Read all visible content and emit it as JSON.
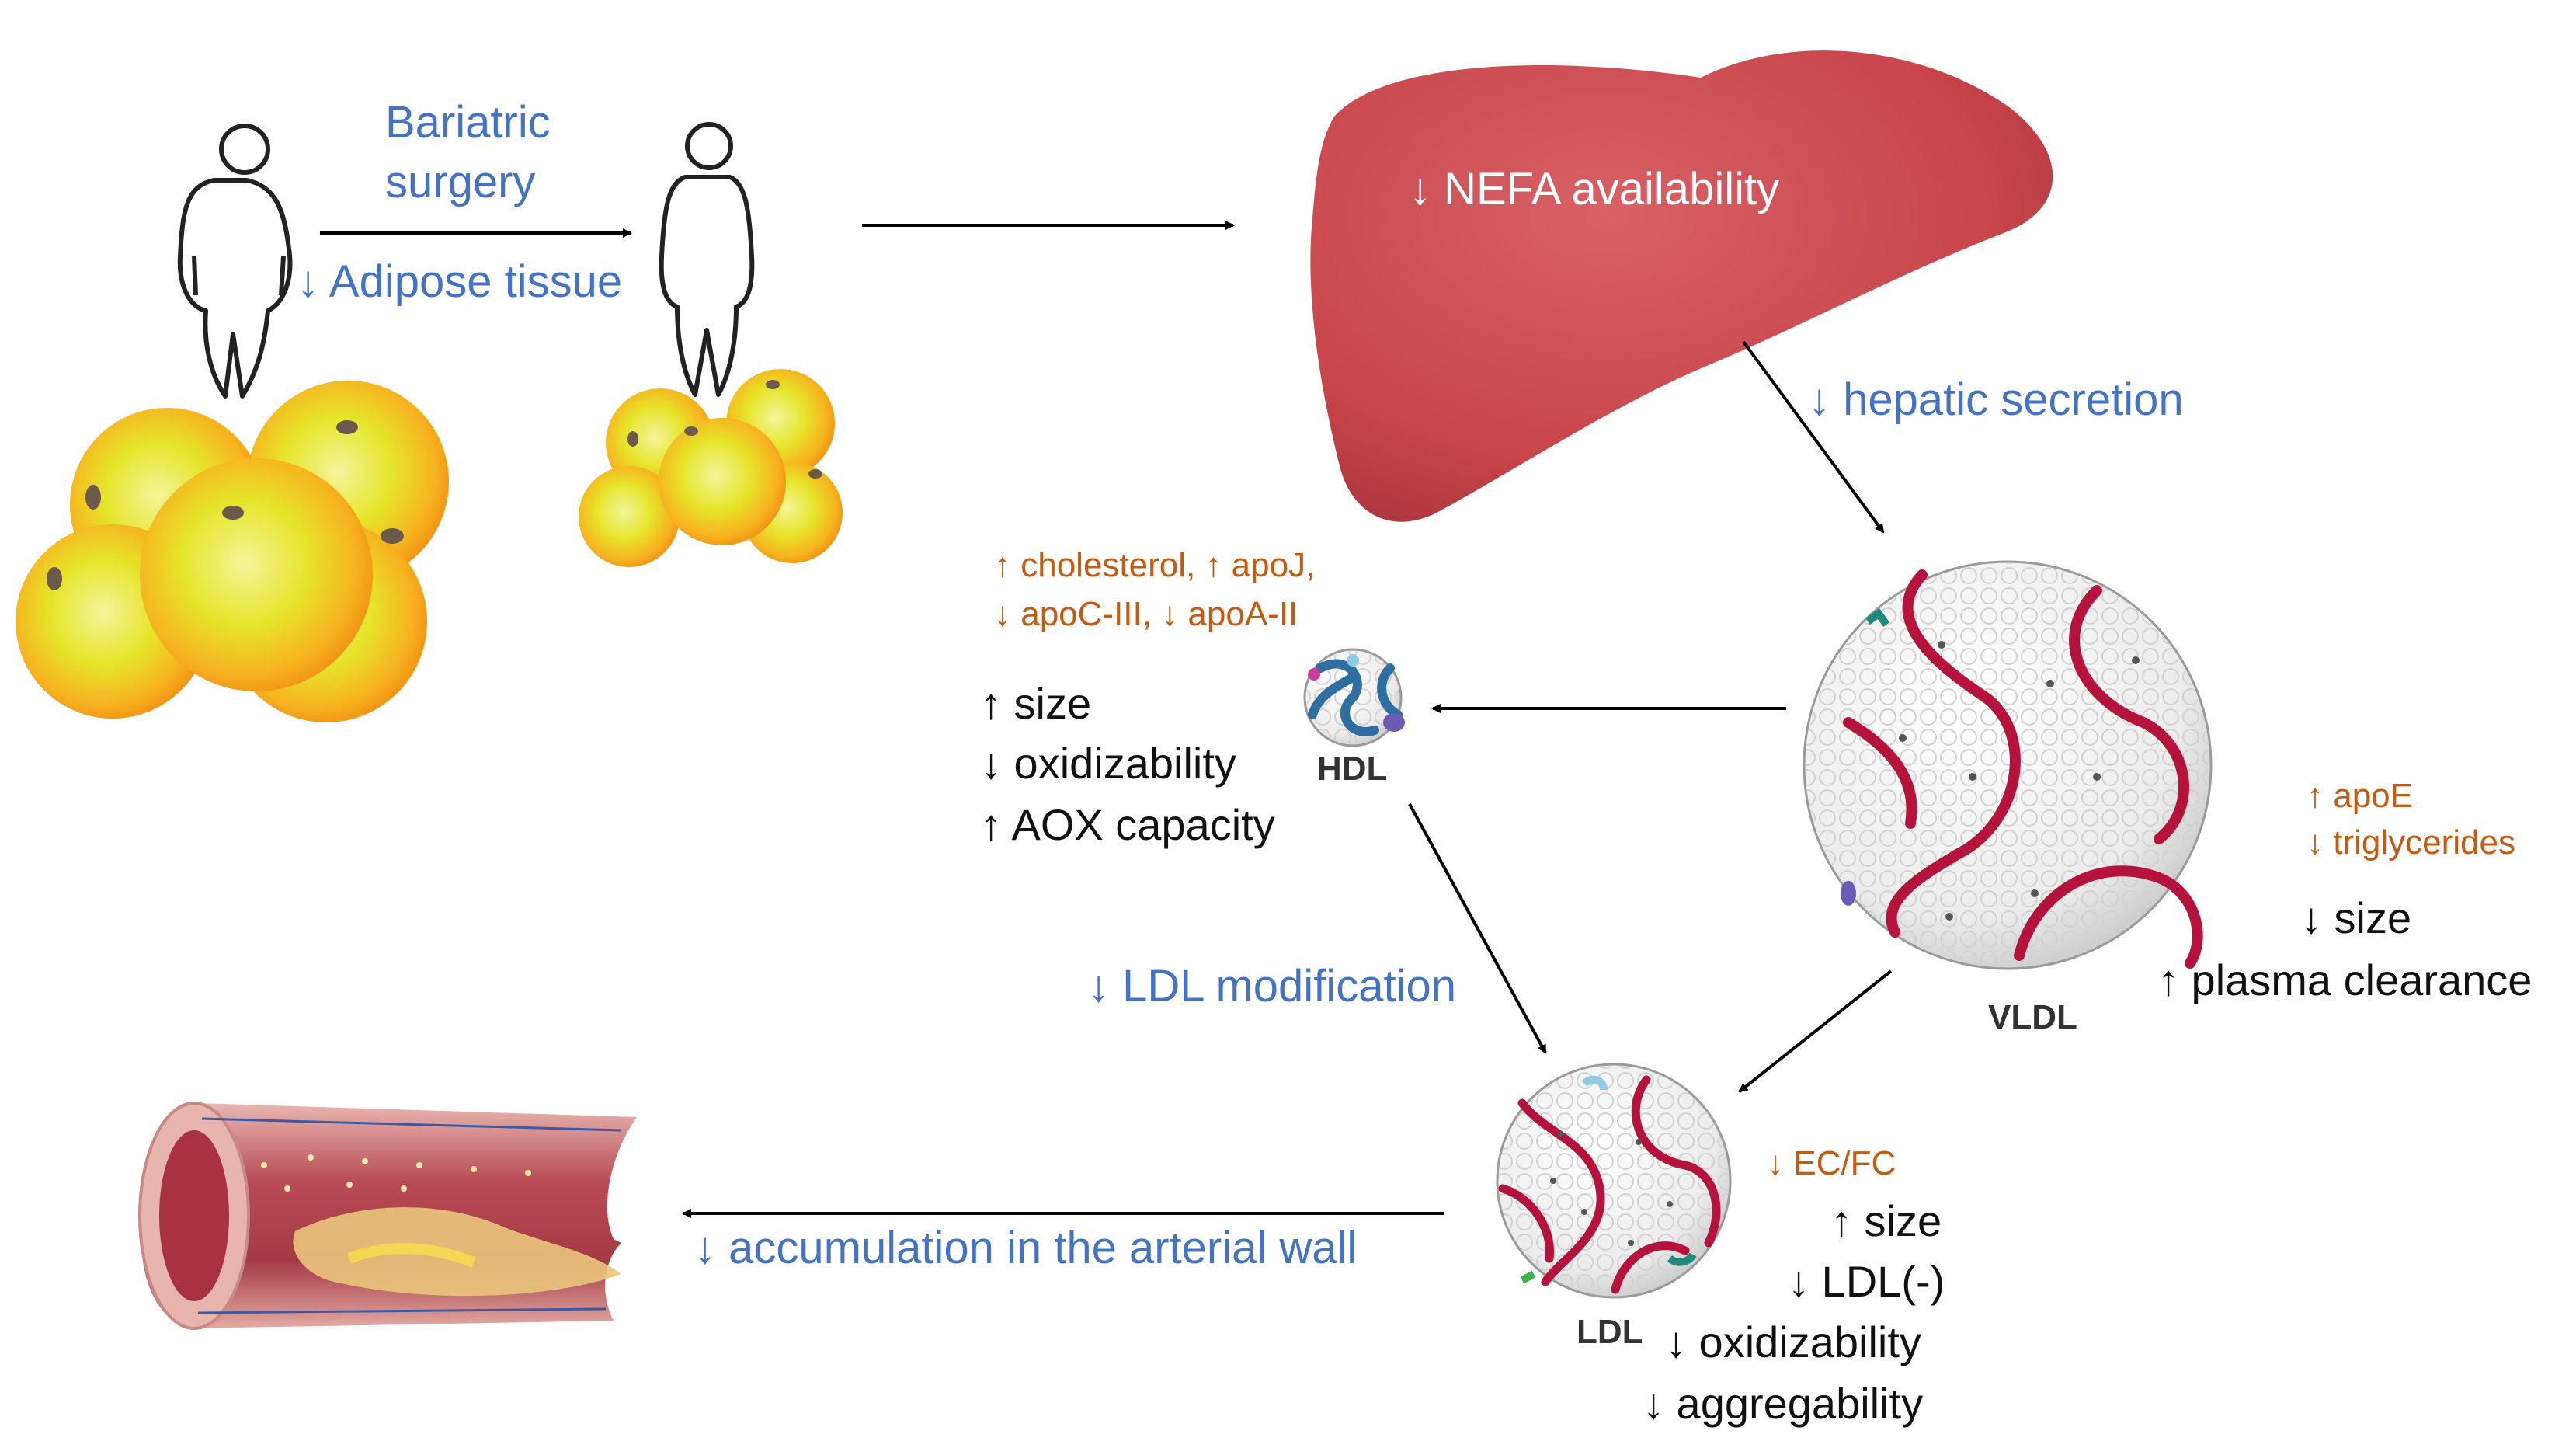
{
  "colors": {
    "blue_text": "#4472c4",
    "orange_text": "#c55a11",
    "black_text": "#111111",
    "liver": "#c9484c",
    "particle_strand": "#b5133c",
    "hdl_strand": "#2e6ea0",
    "fat_cell_outer": "#f59b17",
    "fat_cell_inner": "#e8e82a",
    "artery": "#b8545a"
  },
  "icons": {
    "person_before": "obese-person-outline-icon",
    "person_after": "slim-person-outline-icon",
    "adipose_large": "adipocyte-cluster-large-icon",
    "adipose_small": "adipocyte-cluster-small-icon",
    "liver": "liver-icon",
    "vldl": "vldl-particle-icon",
    "hdl": "hdl-particle-icon",
    "ldl": "ldl-particle-icon",
    "artery": "artery-cross-section-icon"
  },
  "surgery": {
    "label_line1": "Bariatric",
    "label_line2": "surgery",
    "adipose": "↓ Adipose tissue"
  },
  "liver": {
    "nefa": "↓ NEFA availability",
    "hepatic_secretion": "↓ hepatic secretion"
  },
  "hdl": {
    "name": "HDL",
    "composition": [
      "↑ cholesterol, ↑ apoJ,",
      "↓ apoC-III, ↓ apoA-II"
    ],
    "properties": [
      "↑ size",
      "↓ oxidizability",
      "↑ AOX capacity"
    ]
  },
  "vldl": {
    "name": "VLDL",
    "composition": [
      "↑ apoE",
      "↓ triglycerides"
    ],
    "properties": [
      "↓ size",
      "↑ plasma clearance"
    ]
  },
  "ldl": {
    "name": "LDL",
    "modification": "↓ LDL modification",
    "composition": [
      "↓ EC/FC"
    ],
    "properties": [
      "↑ size",
      "↓ LDL(-)",
      "↓ oxidizability",
      "↓ aggregability"
    ]
  },
  "artery": {
    "accumulation": "↓ accumulation in the arterial wall"
  }
}
